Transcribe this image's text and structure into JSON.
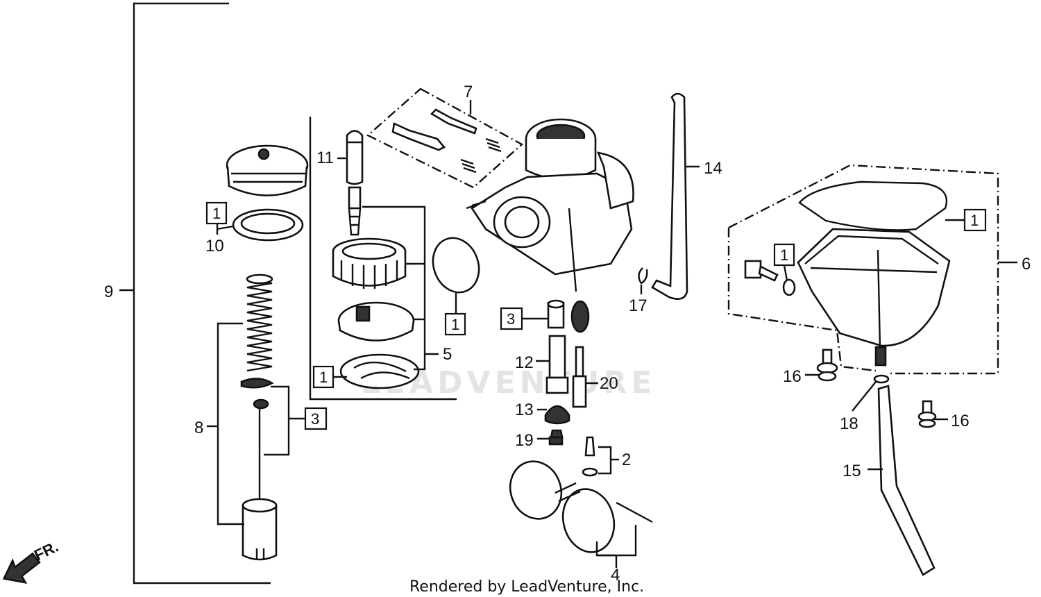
{
  "labels": {
    "n1": "1",
    "n2": "2",
    "n3": "3",
    "n4": "4",
    "n5": "5",
    "n6": "6",
    "n7": "7",
    "n8": "8",
    "n9": "9",
    "n10": "10",
    "n11": "11",
    "n12": "12",
    "n13": "13",
    "n14": "14",
    "n15": "15",
    "n16": "16",
    "n17": "17",
    "n18": "18",
    "n19": "19",
    "n20": "20"
  },
  "boxed": {
    "b1a": "1",
    "b1b": "1",
    "b1c": "1",
    "b1d": "1",
    "b1e": "1",
    "b3a": "3",
    "b3b": "3"
  },
  "direction": {
    "label": "FR."
  },
  "watermark": "LEADVENTURE",
  "credit": "Rendered by LeadVenture, Inc."
}
